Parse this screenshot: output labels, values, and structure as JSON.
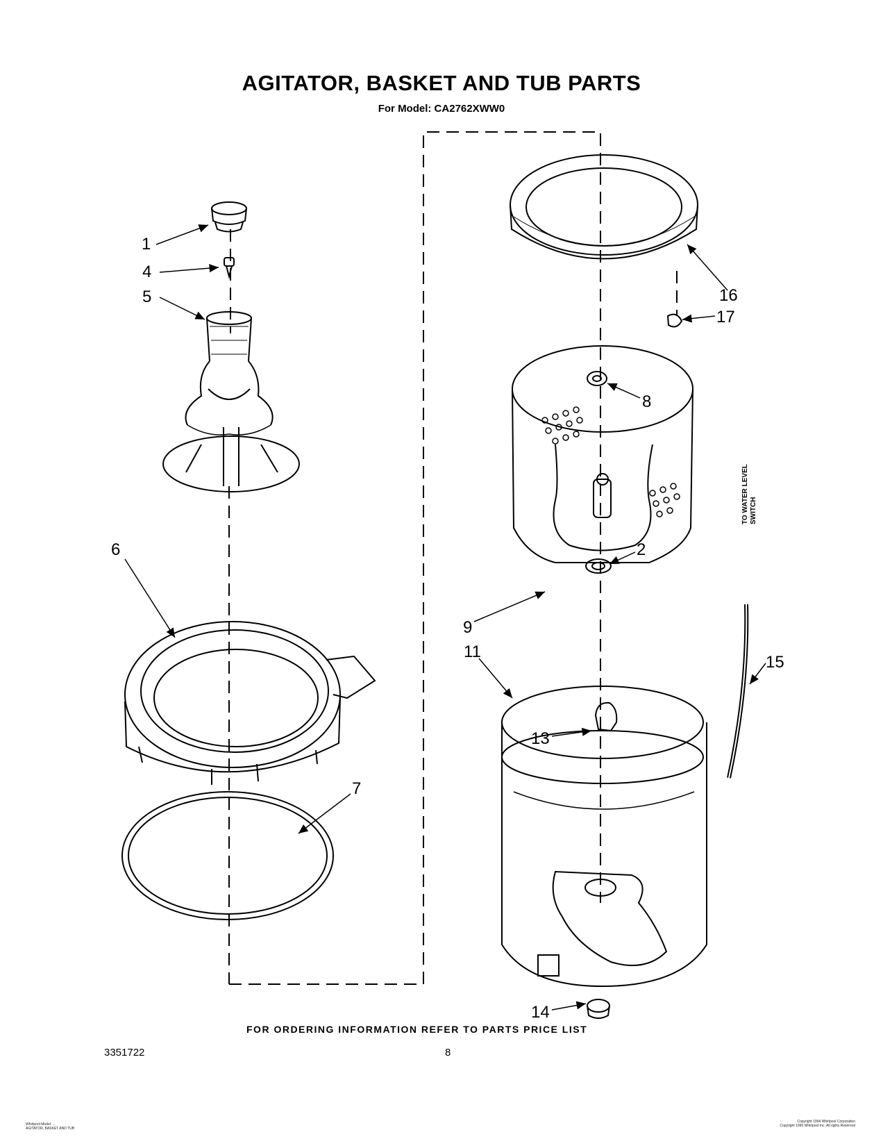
{
  "header": {
    "title": "AGITATOR, BASKET AND TUB PARTS",
    "subtitle": "For Model: CA2762XWW0"
  },
  "footer": {
    "ordering_note": "FOR ORDERING INFORMATION REFER TO PARTS PRICE LIST",
    "doc_number": "3351722",
    "page_number": "8",
    "left_fine_print": [
      "Whirlpool Model: ...",
      "AGITATOR, BASKET AND TUB"
    ],
    "right_fine_print": [
      "Copyright 1994 Whirlpool Corporation",
      "Copyright 1995 Whirlpool Inc. All rights Reserved"
    ]
  },
  "side_note": [
    "TO WATER LEVEL",
    "SWITCH"
  ],
  "callouts": {
    "c1": "1",
    "c2": "2",
    "c4": "4",
    "c5": "5",
    "c6": "6",
    "c7": "7",
    "c8": "8",
    "c9": "9",
    "c11": "11",
    "c13": "13",
    "c14": "14",
    "c15": "15",
    "c16": "16",
    "c17": "17"
  }
}
